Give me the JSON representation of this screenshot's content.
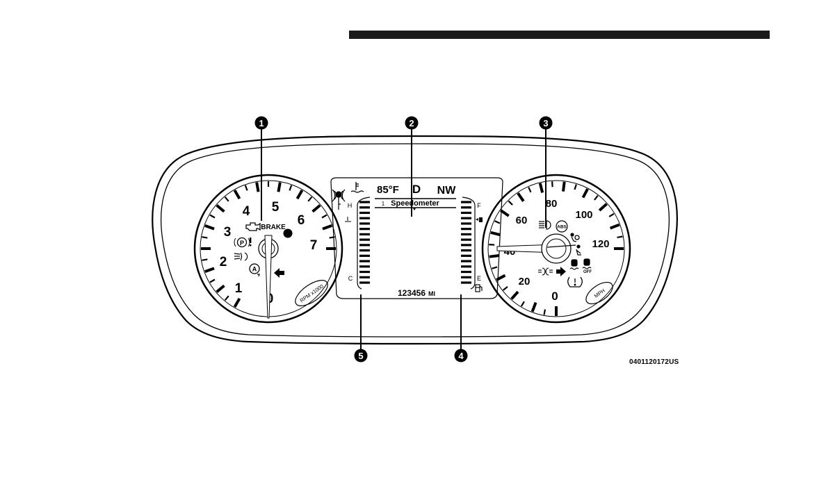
{
  "figure_id": "0401120172US",
  "callouts": [
    "1",
    "2",
    "3",
    "4",
    "5"
  ],
  "tachometer": {
    "numbers": [
      "1",
      "2",
      "3",
      "4",
      "5",
      "6",
      "7"
    ],
    "zero": "0",
    "unit_label": "RPM x1000",
    "brake_label": "BRAKE",
    "park_symbol": "P",
    "auto_symbol": "A"
  },
  "display": {
    "temperature": "85°F",
    "gear": "D",
    "compass": "NW",
    "menu_index": "1",
    "menu_title": "Speedometer",
    "odometer": "123456",
    "odometer_unit": "MI",
    "left_gauge_top": "H",
    "left_gauge_bottom": "C",
    "right_gauge_top": "F",
    "right_gauge_bottom": "E"
  },
  "speedometer": {
    "numbers": [
      "0",
      "20",
      "40",
      "60",
      "80",
      "100",
      "120"
    ],
    "unit_label": "MPH",
    "abs_label": "ABS",
    "off_label": "OFF"
  },
  "icons": [
    "check-engine-icon",
    "headlight-icon",
    "fog-light-icon",
    "turn-signal-icon",
    "tire-pressure-icon",
    "airbag-icon",
    "seatbelt-icon",
    "traction-control-icon",
    "fuel-pump-icon",
    "coolant-temp-icon",
    "security-icon"
  ]
}
